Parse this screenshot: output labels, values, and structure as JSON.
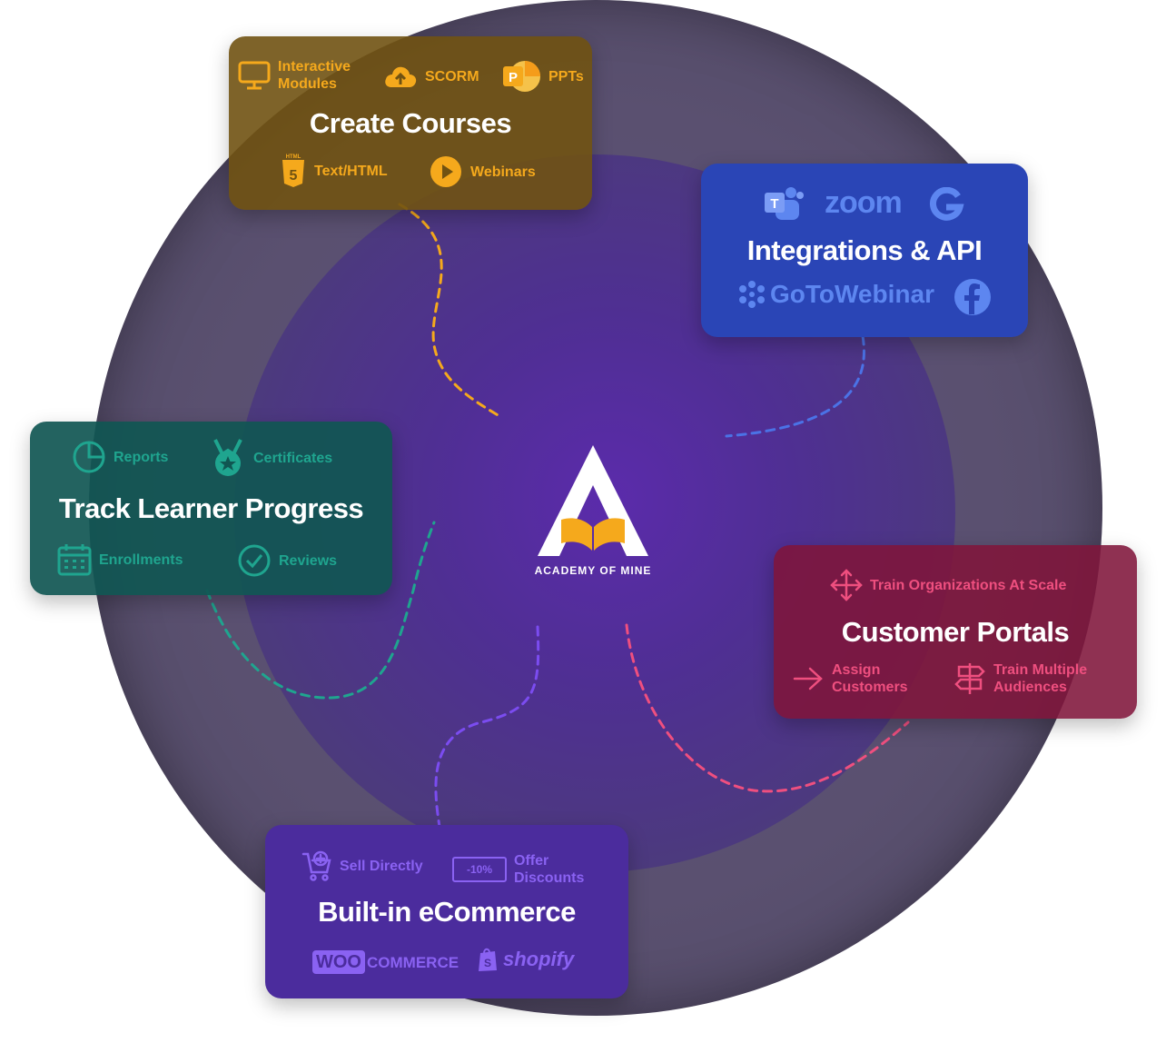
{
  "hub": {
    "brand": "ACADEMY OF MINE"
  },
  "colors": {
    "courses": "#f5a91c",
    "integrations": "#4b72e6",
    "track": "#1fa58f",
    "portals": "#ef4f7f",
    "ecommerce": "#7b4cf0"
  },
  "cards": {
    "courses": {
      "title": "Create Courses",
      "items": [
        {
          "label": "Interactive\nModules",
          "icon": "monitor-icon"
        },
        {
          "label": "SCORM",
          "icon": "cloud-upload-icon"
        },
        {
          "label": "PPTs",
          "icon": "powerpoint-icon"
        },
        {
          "label": "Text/HTML",
          "icon": "html5-icon"
        },
        {
          "label": "Webinars",
          "icon": "play-icon"
        }
      ]
    },
    "integrations": {
      "title": "Integrations & API",
      "logos": [
        "zoom",
        "GoToWebinar"
      ],
      "icons": [
        "teams-icon",
        "google-icon",
        "gotowebinar-icon",
        "facebook-icon"
      ]
    },
    "track": {
      "title": "Track Learner Progress",
      "items": [
        {
          "label": "Reports",
          "icon": "pie-chart-icon"
        },
        {
          "label": "Certificates",
          "icon": "medal-icon"
        },
        {
          "label": "Enrollments",
          "icon": "calendar-icon"
        },
        {
          "label": "Reviews",
          "icon": "check-circle-icon"
        }
      ]
    },
    "portals": {
      "title": "Customer Portals",
      "items": [
        {
          "label": "Train Organizations At Scale",
          "icon": "move-arrows-icon"
        },
        {
          "label": "Assign\nCustomers",
          "icon": "arrow-right-icon"
        },
        {
          "label": "Train Multiple\nAudiences",
          "icon": "signpost-icon"
        }
      ]
    },
    "ecommerce": {
      "title": "Built-in eCommerce",
      "items": [
        {
          "label": "Sell Directly",
          "icon": "cart-plus-icon"
        },
        {
          "label": "Offer\nDiscounts",
          "icon": "discount-tag-icon"
        }
      ],
      "tag": "-10%",
      "logos": [
        "WOO",
        "COMMERCE",
        "shopify"
      ]
    }
  }
}
